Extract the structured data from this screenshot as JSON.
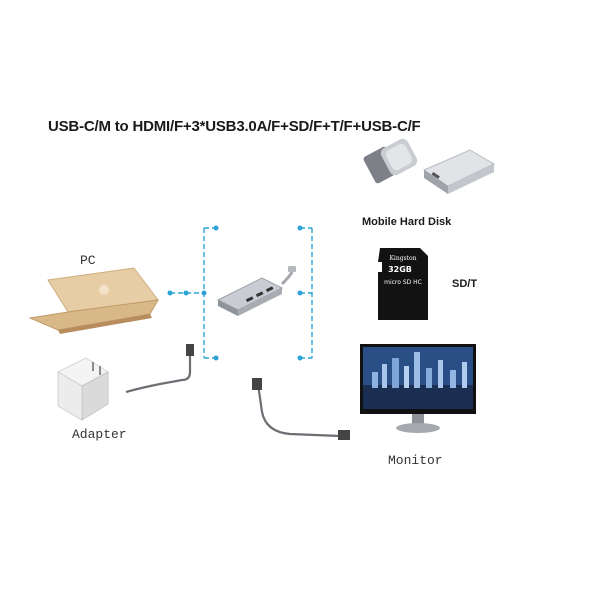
{
  "title": "USB-C/M  to HDMI/F+3*USB3.0A/F+SD/F+T/F+USB-C/F",
  "labels": {
    "pc": "PC",
    "adapter": "Adapter",
    "monitor": "Monitor",
    "mobile_hard_disk": "Mobile Hard Disk",
    "sd_t": "SD/T"
  },
  "sd_card": {
    "brand": "Kingston",
    "capacity": "32GB",
    "type": "micro SD HC"
  },
  "colors": {
    "connector_line": "#2ba3d6",
    "laptop": "#e2c59b",
    "hub": "#b9bcc2",
    "cable": "#6b6e73"
  }
}
